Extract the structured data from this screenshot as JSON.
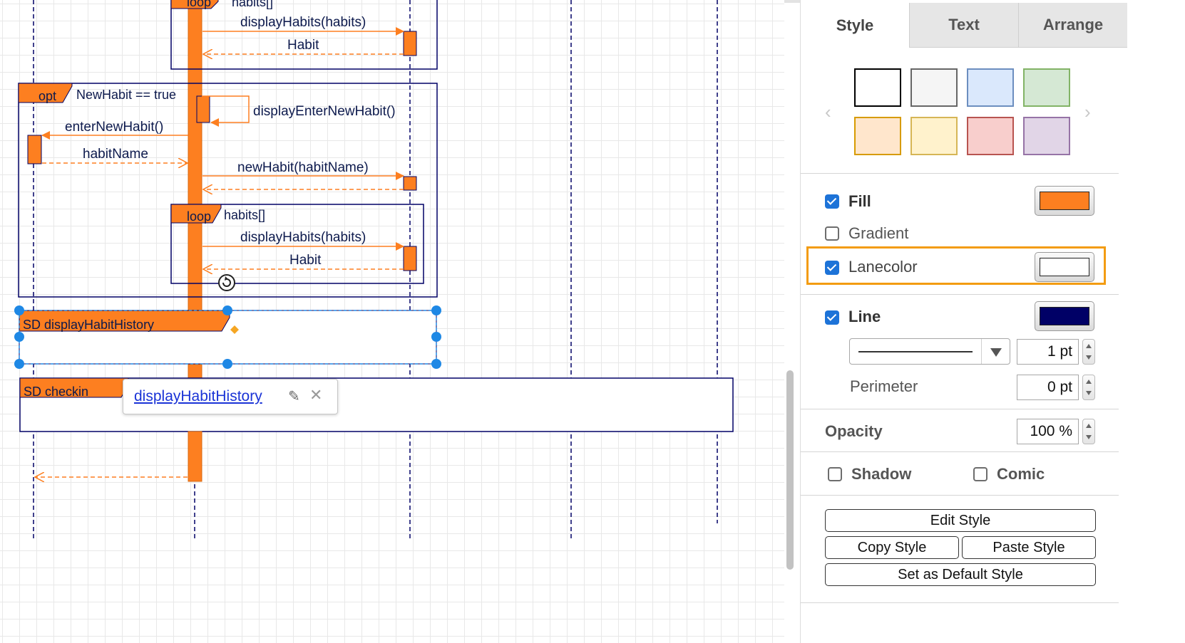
{
  "diagram": {
    "top_loop": {
      "label": "loop",
      "guard": "habits[]",
      "call": "displayHabits(habits)",
      "return": "Habit"
    },
    "opt": {
      "label": "opt",
      "guard": "NewHabit == true",
      "self_call": "displayEnterNewHabit()",
      "call_left": "enterNewHabit()",
      "return_left": "habitName",
      "call_right": "newHabit(habitName)"
    },
    "inner_loop": {
      "label": "loop",
      "guard": "habits[]",
      "call": "displayHabits(habits)",
      "return": "Habit"
    },
    "ref_history": {
      "label": "SD displayHabitHistory"
    },
    "ref_checkin": {
      "label": "SD checkin"
    },
    "link_popup": {
      "link": "displayHabitHistory"
    }
  },
  "panel": {
    "tabs": [
      "Style",
      "Text",
      "Arrange"
    ],
    "active_tab": "Style",
    "swatches": [
      {
        "fill": "#ffffff",
        "stroke": "#000000"
      },
      {
        "fill": "#f5f5f5",
        "stroke": "#666666"
      },
      {
        "fill": "#dae8fc",
        "stroke": "#6c8ebf"
      },
      {
        "fill": "#d5e8d4",
        "stroke": "#82b366"
      },
      {
        "fill": "#ffe6cc",
        "stroke": "#d79b00"
      },
      {
        "fill": "#fff2cc",
        "stroke": "#d6b656"
      },
      {
        "fill": "#f8cecc",
        "stroke": "#b85450"
      },
      {
        "fill": "#e1d5e7",
        "stroke": "#9673a6"
      }
    ],
    "fill": {
      "label": "Fill",
      "checked": true,
      "color": "#fd7f20"
    },
    "gradient": {
      "label": "Gradient",
      "checked": false
    },
    "lanecolor": {
      "label": "Lanecolor",
      "checked": true,
      "color": "#ffffff"
    },
    "line": {
      "label": "Line",
      "checked": true,
      "color": "#000066",
      "width": "1 pt"
    },
    "perimeter": {
      "label": "Perimeter",
      "value": "0 pt"
    },
    "opacity": {
      "label": "Opacity",
      "value": "100 %"
    },
    "shadow": {
      "label": "Shadow",
      "checked": false
    },
    "comic": {
      "label": "Comic",
      "checked": false
    },
    "buttons": {
      "edit_style": "Edit Style",
      "copy_style": "Copy Style",
      "paste_style": "Paste Style",
      "set_default": "Set as Default Style"
    },
    "colors": {
      "highlight": "#f39c12",
      "checkbox": "#1d73d8"
    }
  }
}
